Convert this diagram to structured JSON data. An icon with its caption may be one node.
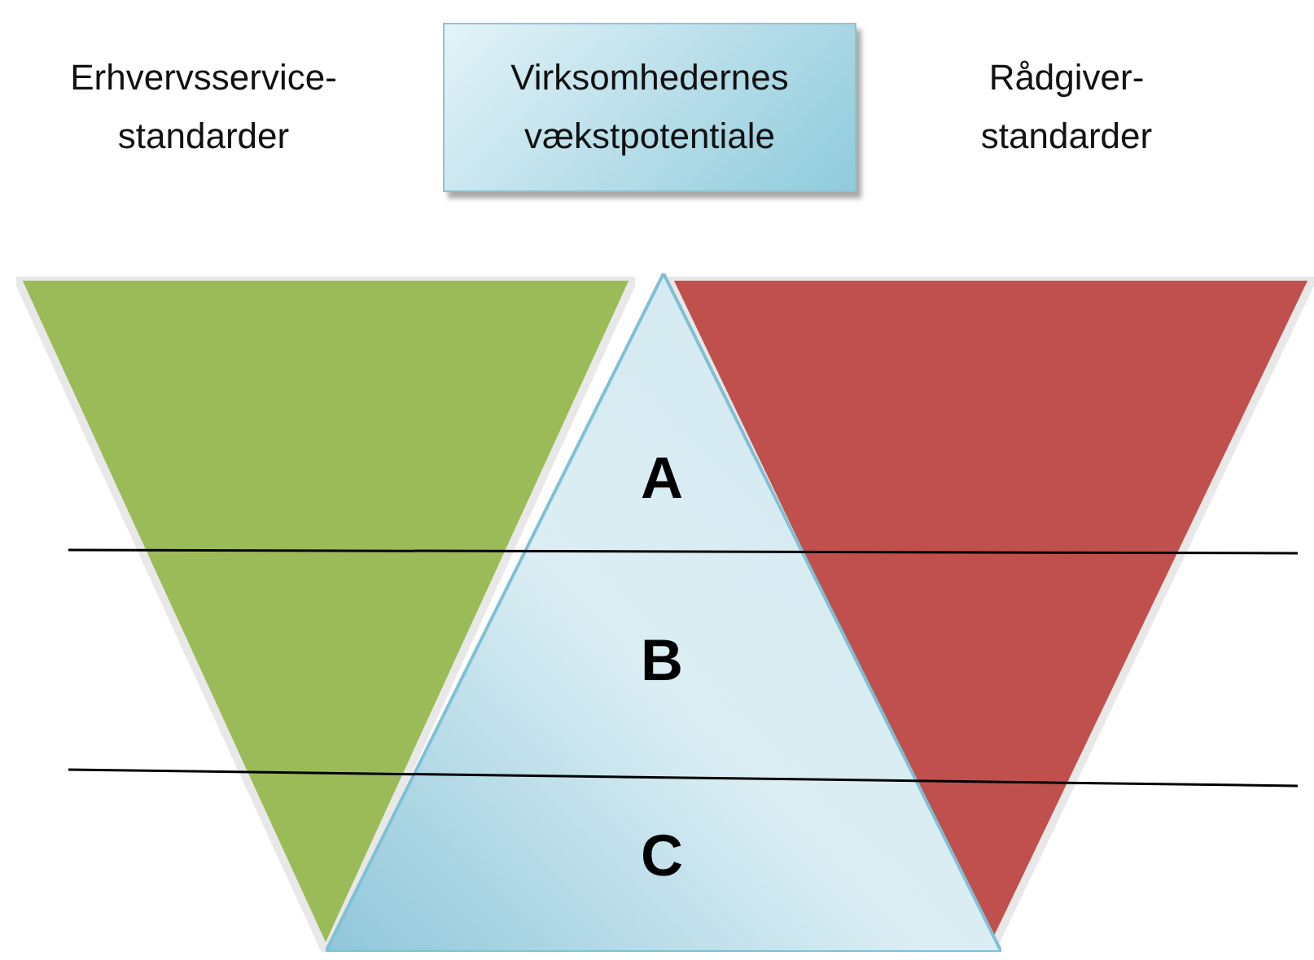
{
  "diagram": {
    "nodes": [
      {
        "text": [
          "Virksomhedernes vækstpotentiale"
        ]
      },
      {
        "text": [],
        "shape": "triangle"
      },
      {
        "text": [],
        "shape": "triangle"
      },
      {
        "text": [
          "A",
          "B",
          "C"
        ]
      }
    ],
    "labels": [
      "Erhvervsservice-standarder",
      "Rådgiver-standarder"
    ]
  }
}
